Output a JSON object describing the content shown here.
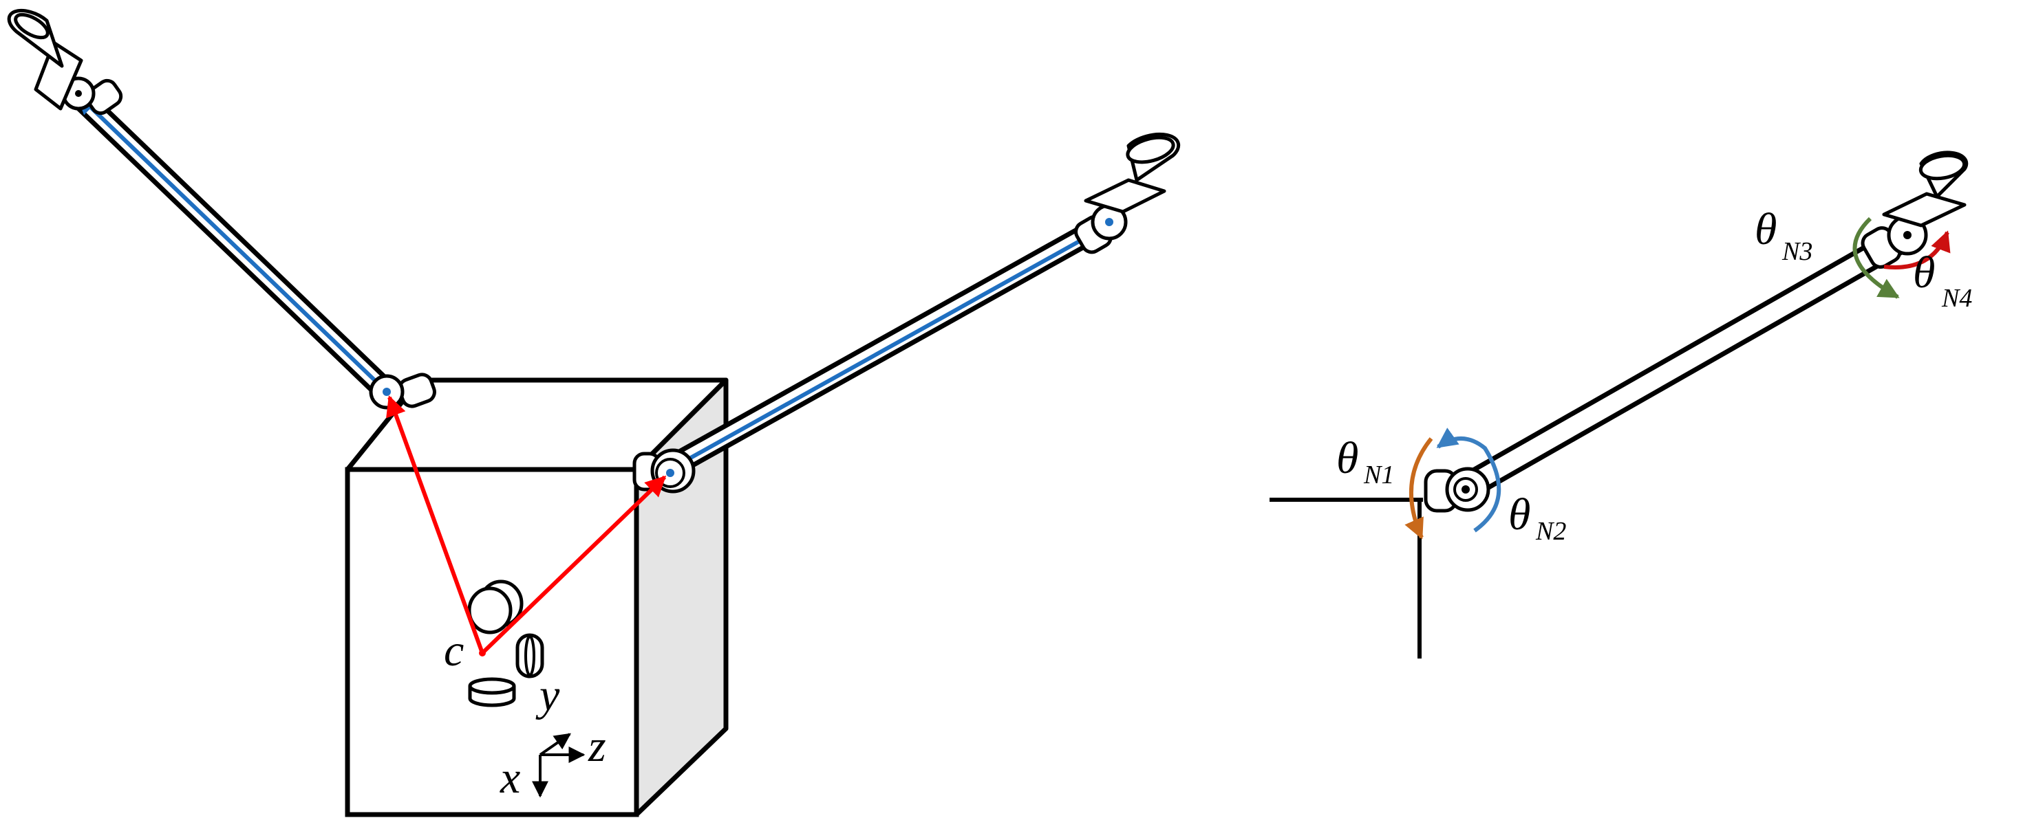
{
  "labels": {
    "origin": "c",
    "axis_x": "x",
    "axis_y": "y",
    "axis_z": "z",
    "theta": "θ",
    "n1_sub": "N1",
    "n2_sub": "N2",
    "n3_sub": "N3",
    "n4_sub": "N4"
  },
  "colors": {
    "stroke": "#000000",
    "box_side": "#e5e5e5",
    "position_vector": "#ff0000",
    "boom_axis": "#1f6fc1",
    "theta_n1": "#c8691b",
    "theta_n2": "#3a7fc1",
    "theta_n3": "#58803a",
    "theta_n4": "#cc1010"
  },
  "icons": {
    "camera": "camera-cone-icon",
    "joint": "gimbal-joint-icon",
    "thruster": "cylinder-icon"
  }
}
